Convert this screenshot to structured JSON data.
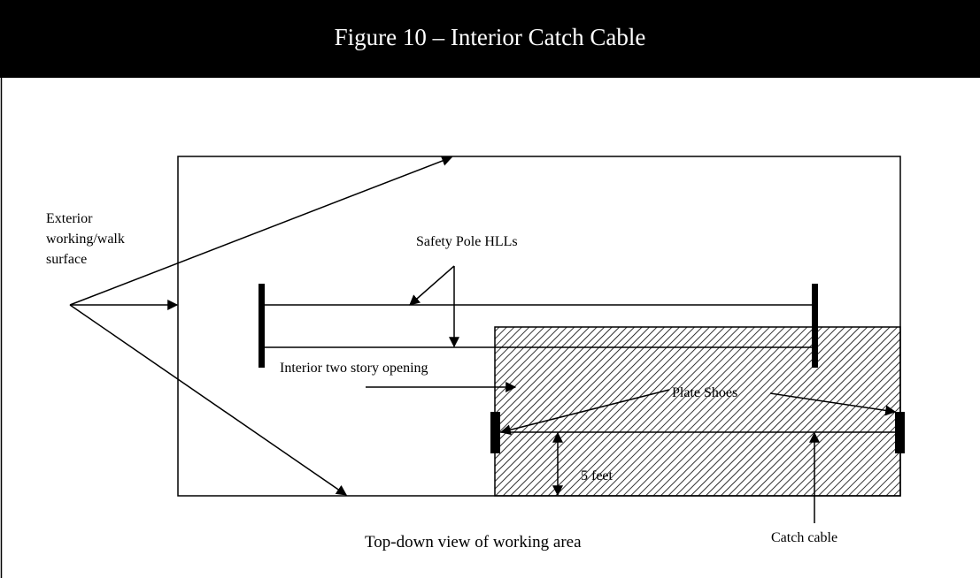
{
  "figure": {
    "title": "Figure 10 – Interior Catch Cable",
    "labels": {
      "exterior_line1": "Exterior",
      "exterior_line2": "working/walk",
      "exterior_line3": "surface",
      "safety_pole": "Safety Pole HLLs",
      "interior_opening": "Interior two story opening",
      "plate_shoes": "Plate Shoes",
      "five_feet": "5 feet",
      "caption": "Top-down view of working area",
      "catch_cable": "Catch cable"
    }
  }
}
